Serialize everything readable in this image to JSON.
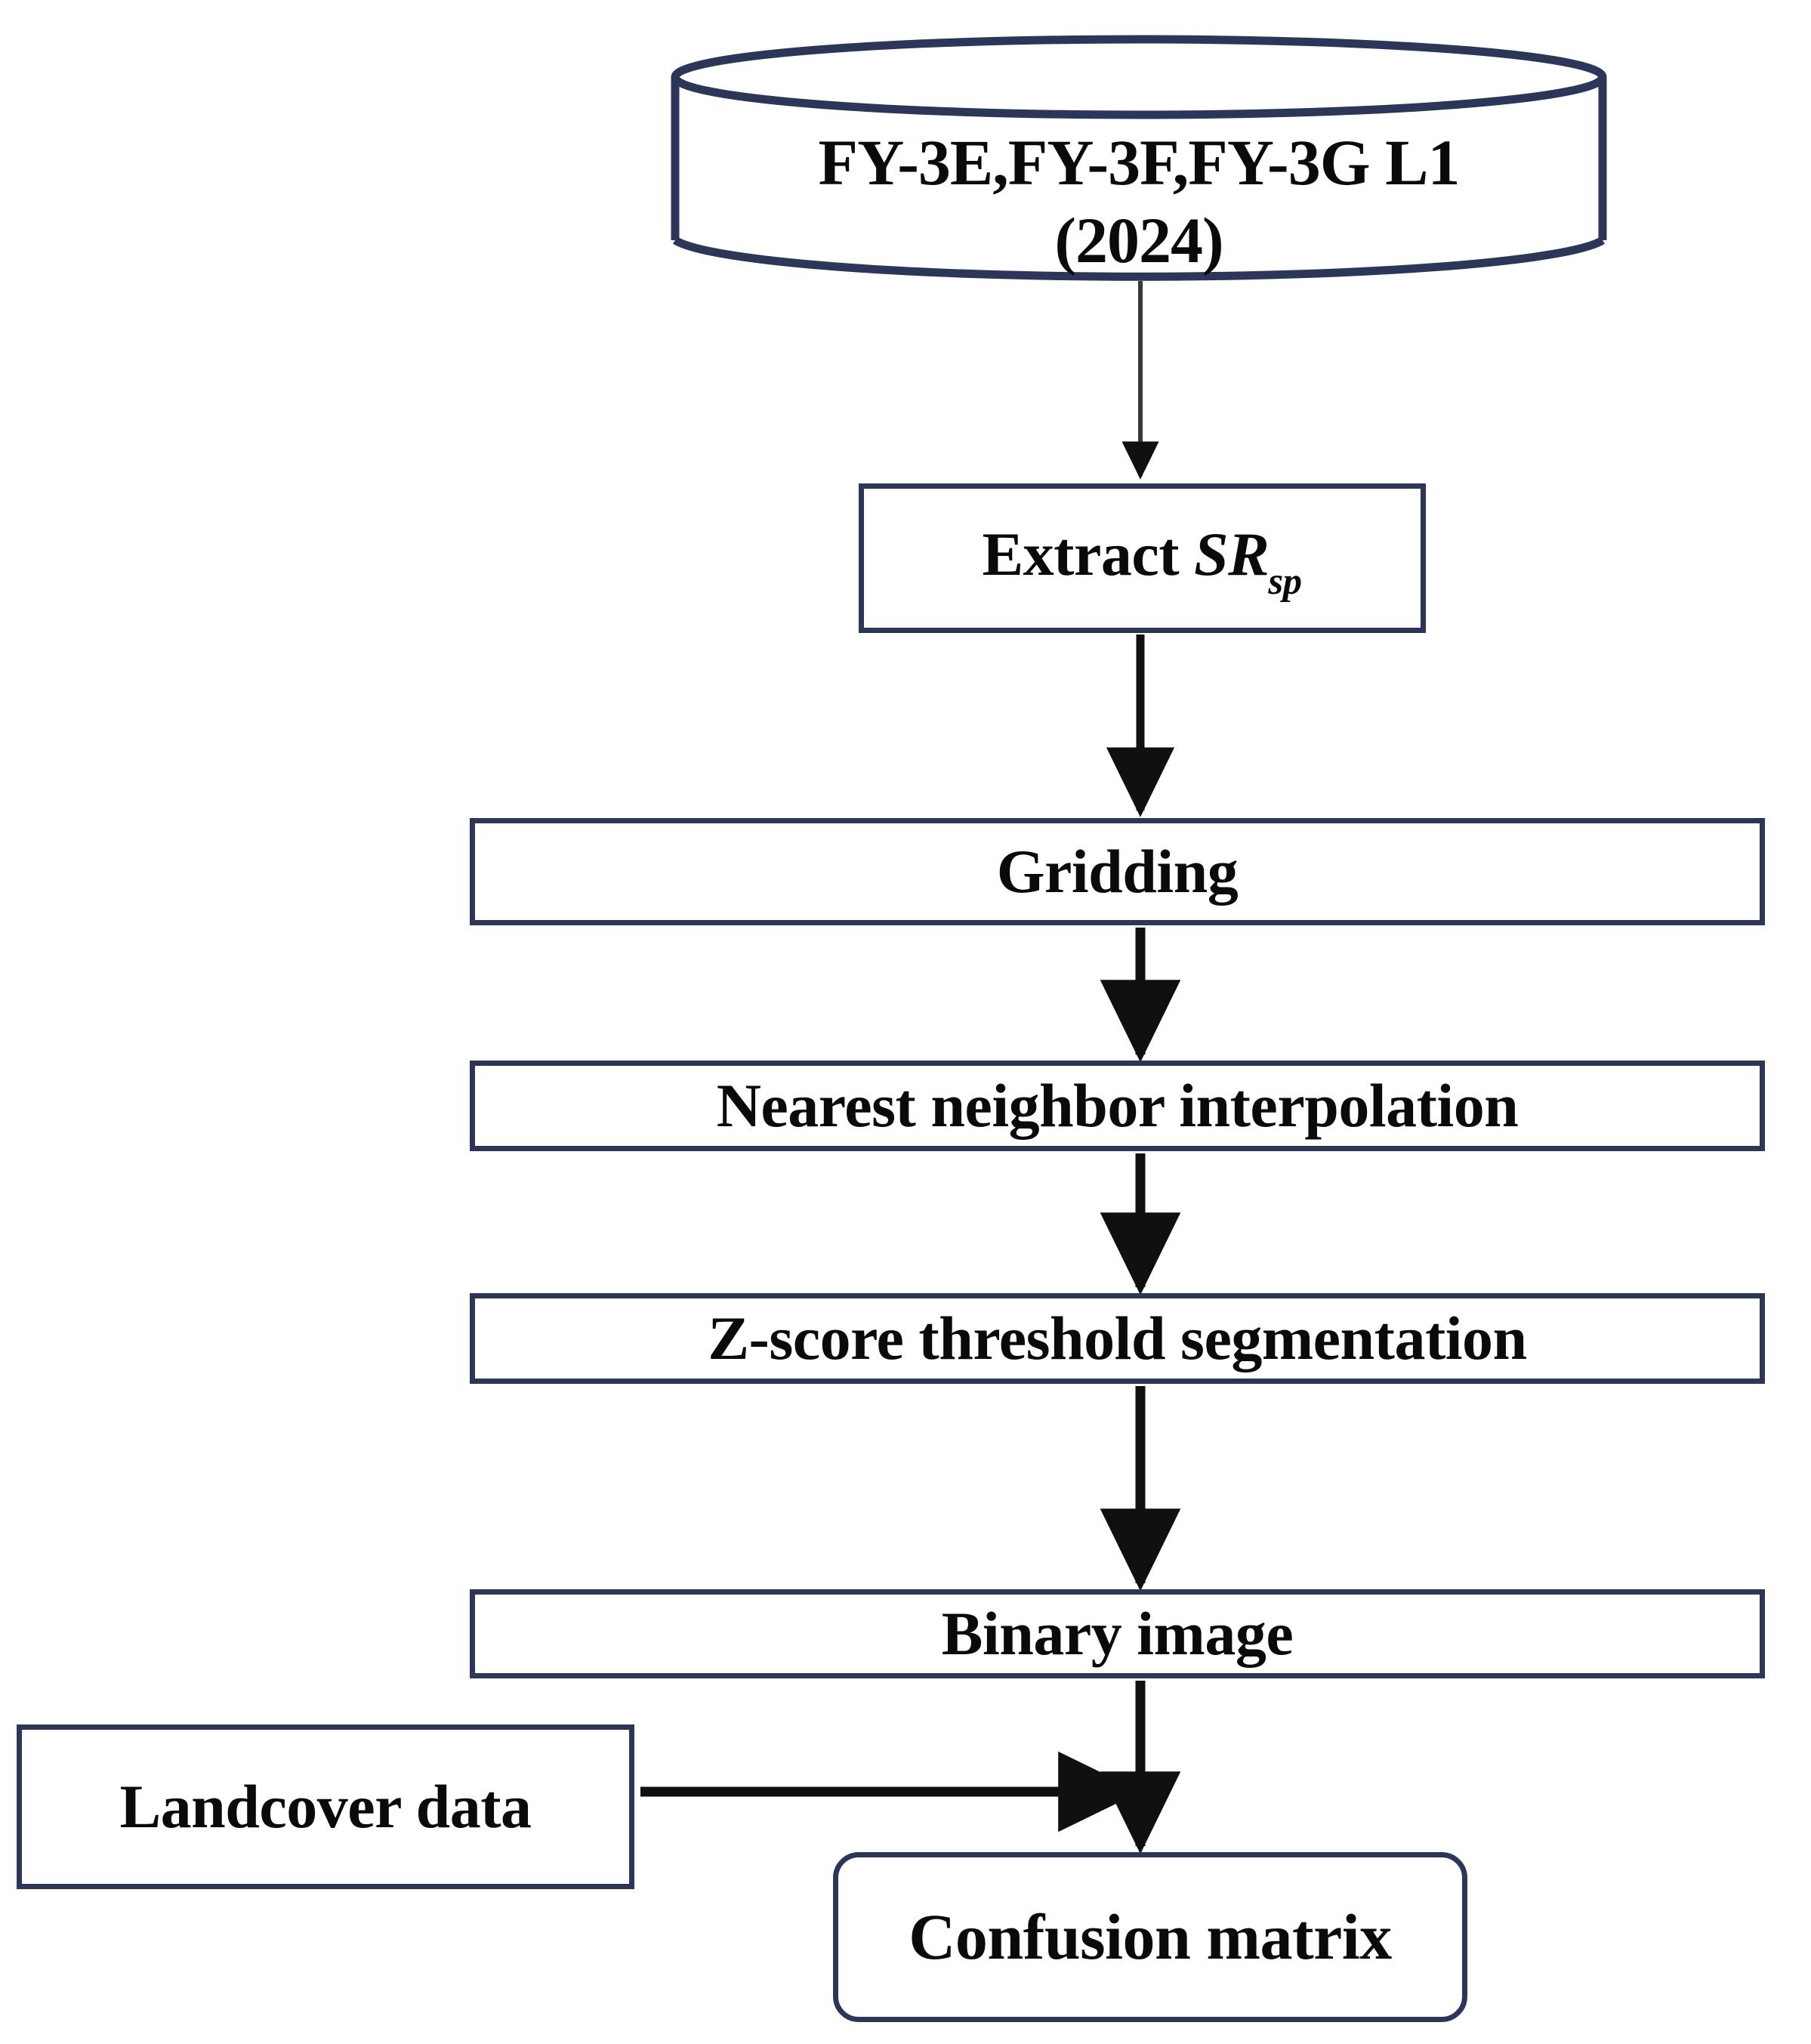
{
  "diagram": {
    "title": "Processing workflow flowchart",
    "accent_color": "#2c3659",
    "arrow_color": "#101010",
    "background": "#ffffff",
    "nodes": [
      {
        "id": "data-source",
        "shape": "cylinder",
        "line1": "FY-3E,FY-3F,FY-3G L1",
        "line2": "(2024)"
      },
      {
        "id": "extract",
        "shape": "rectangle",
        "label_prefix": "Extract ",
        "label_symbol": "SR",
        "label_subscript": "sp"
      },
      {
        "id": "gridding",
        "shape": "rectangle",
        "label": "Gridding"
      },
      {
        "id": "nearest",
        "shape": "rectangle",
        "label": "Nearest neighbor interpolation"
      },
      {
        "id": "zscore",
        "shape": "rectangle",
        "label": "Z-score threshold segmentation"
      },
      {
        "id": "binary",
        "shape": "rectangle",
        "label": "Binary image"
      },
      {
        "id": "landcover",
        "shape": "rectangle",
        "label": "Landcover data"
      },
      {
        "id": "confusion",
        "shape": "rounded-rectangle",
        "label": "Confusion matrix"
      }
    ],
    "edges": [
      {
        "from": "data-source",
        "to": "extract",
        "direction": "down"
      },
      {
        "from": "extract",
        "to": "gridding",
        "direction": "down"
      },
      {
        "from": "gridding",
        "to": "nearest",
        "direction": "down"
      },
      {
        "from": "nearest",
        "to": "zscore",
        "direction": "down"
      },
      {
        "from": "zscore",
        "to": "binary",
        "direction": "down"
      },
      {
        "from": "binary",
        "to": "confusion",
        "direction": "down"
      },
      {
        "from": "landcover",
        "to": "binary-confusion-link",
        "direction": "right"
      }
    ]
  }
}
